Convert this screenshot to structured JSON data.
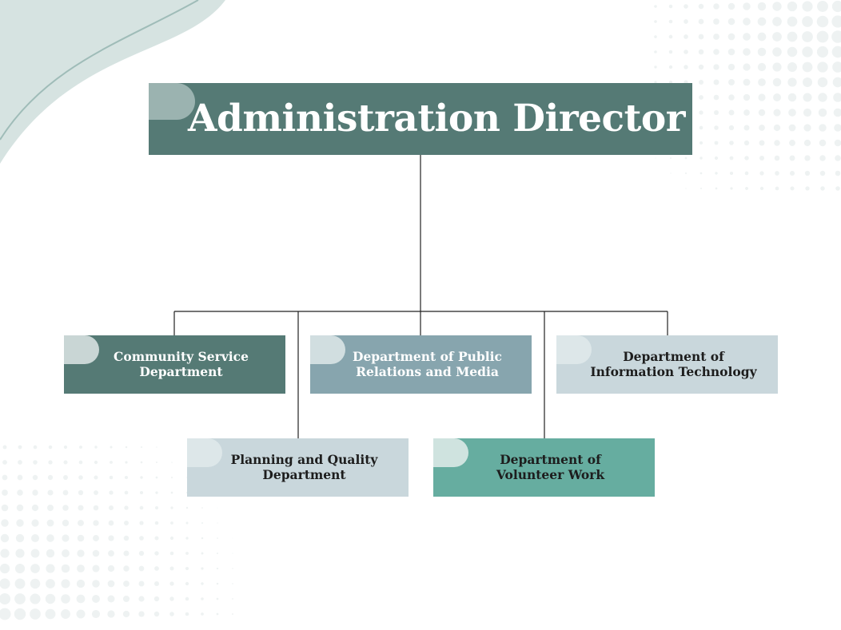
{
  "org_chart": {
    "root": {
      "title": "Administration Director"
    },
    "departments": [
      {
        "id": "community",
        "label": "Community Service Department"
      },
      {
        "id": "pr",
        "label": "Department of Public Relations and Media"
      },
      {
        "id": "it",
        "label": "Department of Information Technology"
      },
      {
        "id": "planning",
        "label": "Planning and Quality Department"
      },
      {
        "id": "volunteer",
        "label": "Department of Volunteer Work"
      }
    ]
  },
  "colors": {
    "primary": "#557a75",
    "slate": "#87a5ae",
    "pale": "#c9d7dc",
    "teal": "#66ada0",
    "decor": "#c9dbd8"
  }
}
